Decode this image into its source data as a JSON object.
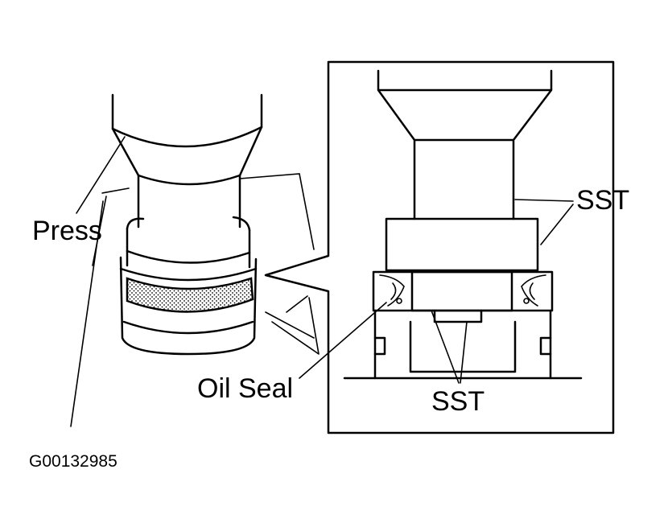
{
  "labels": {
    "press": "Press",
    "oil_seal": "Oil Seal",
    "sst_upper": "SST",
    "sst_lower": "SST",
    "figure_id": "G00132985"
  },
  "colors": {
    "ink": "#000000",
    "paper": "#ffffff"
  }
}
